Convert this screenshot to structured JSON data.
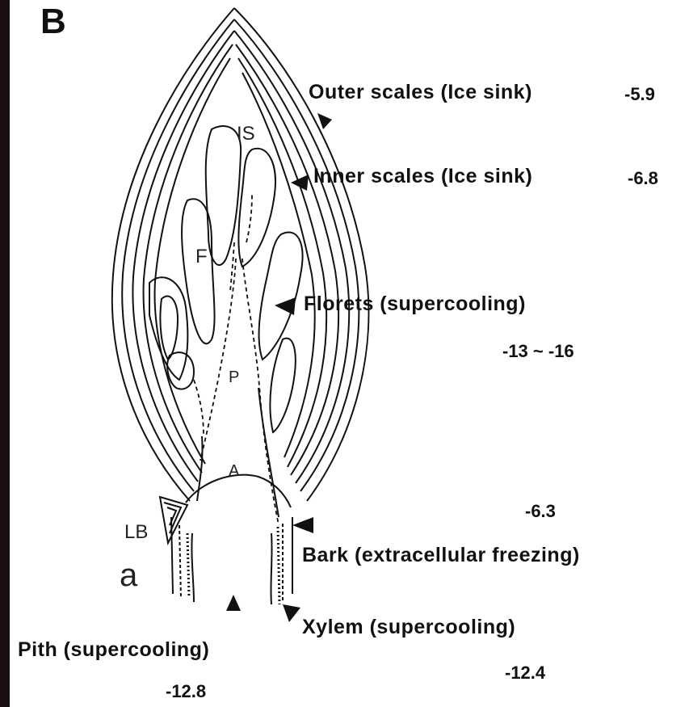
{
  "panel_letter": "B",
  "structure_tags": {
    "is": "IS",
    "f": "F",
    "p": "P",
    "a": "A",
    "lb": "LB",
    "small_a": "a"
  },
  "labels": [
    {
      "text": "Outer scales (Ice sink)",
      "value": "-5.9"
    },
    {
      "text": "Inner scales (Ice sink)",
      "value": "-6.8"
    },
    {
      "text": "Florets (supercooling)",
      "value": "-13 ~ -16"
    },
    {
      "text": "Bark (extracellular freezing)",
      "value": "-6.3"
    },
    {
      "text": "Xylem (supercooling)",
      "value": "-12.4"
    },
    {
      "text": "Pith (supercooling)",
      "value": "-12.8"
    }
  ]
}
